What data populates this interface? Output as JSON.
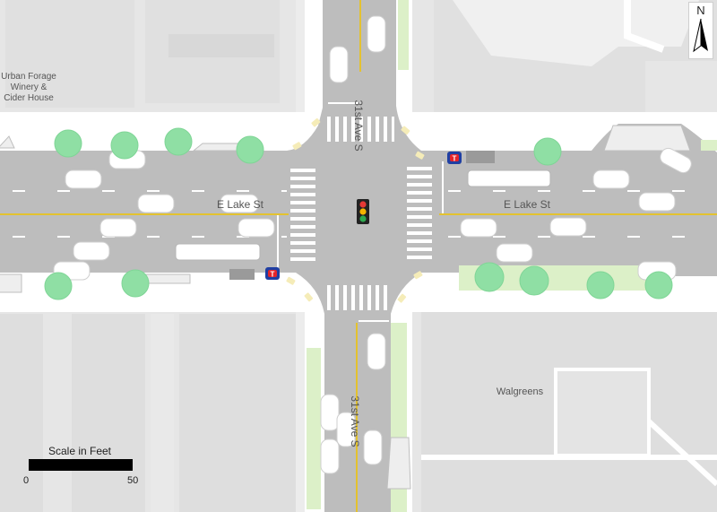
{
  "map": {
    "streets": {
      "east_west": "E Lake St",
      "north_south": "31st Ave S"
    },
    "businesses": [
      {
        "key": "urban_forage",
        "lines": [
          "Urban Forage",
          "Winery &",
          "Cider House"
        ]
      },
      {
        "key": "walgreens",
        "lines": [
          "Walgreens"
        ]
      }
    ],
    "north_arrow": {
      "label": "N",
      "icon": "north-arrow-icon"
    },
    "scale": {
      "title": "Scale in Feet",
      "min": "0",
      "max": "50"
    },
    "icons": [
      "traffic-signal-icon",
      "transit-stop-icon",
      "tree-icon",
      "car-icon",
      "bus-icon"
    ],
    "colors": {
      "road": "#bdbdbd",
      "building": "#e2e2e2",
      "sidewalk": "#ffffff",
      "tree": "#8fdfa4",
      "planting": "#dcf0c8",
      "center_line": "#f0c400",
      "transit_blue": "#1f3fa3",
      "transit_red": "#e5242a"
    }
  }
}
